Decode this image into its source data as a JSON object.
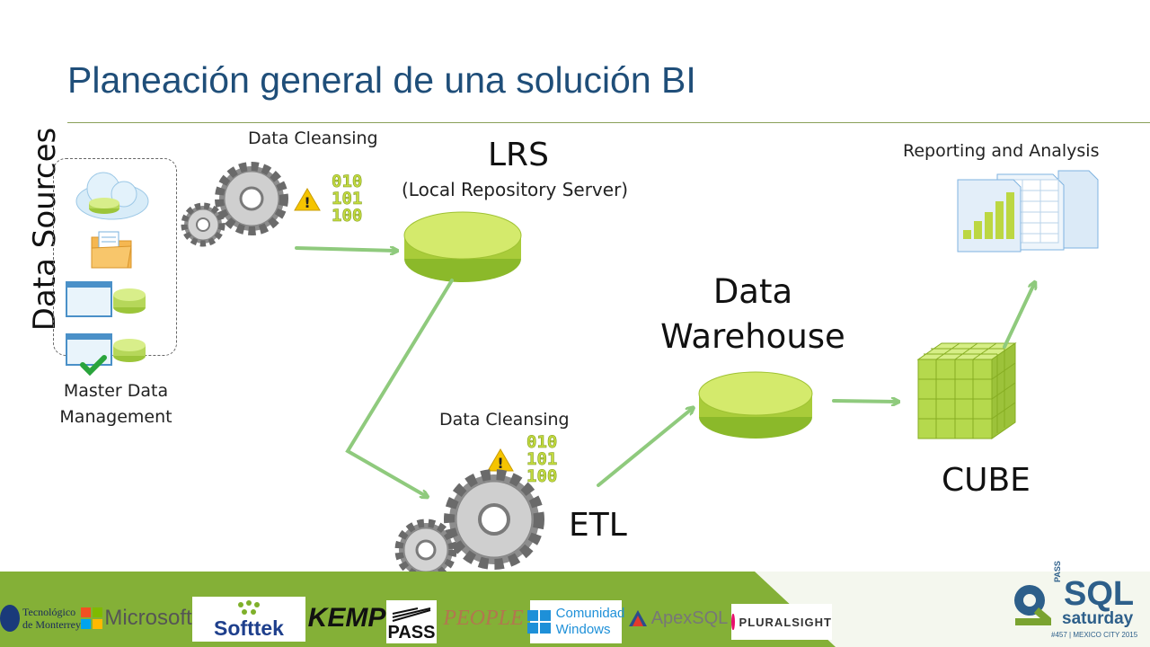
{
  "slide": {
    "title": "Planeación general de una solución BI"
  },
  "diagram": {
    "data_sources_label": "Data Sources",
    "master_data_label_line1": "Master Data",
    "master_data_label_line2": "Management",
    "data_cleansing_top": "Data Cleansing",
    "lrs_title": "LRS",
    "lrs_subtitle": "(Local Repository Server)",
    "data_cleansing_bottom": "Data Cleansing",
    "etl_label": "ETL",
    "dw_line1": "Data",
    "dw_line2": "Warehouse",
    "cube_label": "CUBE",
    "reporting_label": "Reporting and Analysis",
    "binary_text": [
      "010",
      "101",
      "100"
    ],
    "warning_glyph": "!"
  },
  "footer": {
    "sponsors": [
      "Tecnológico",
      "de Monterrey",
      "Microsoft",
      "Softtek",
      "KEMP",
      "PASS",
      "PEOPLE",
      "Comunidad",
      "Windows",
      "ApexSQL",
      "PLURALSIGHT"
    ],
    "event": {
      "pass": "PASS",
      "sql": "SQL",
      "saturday": "saturday",
      "edition": "#457 | MEXICO CITY 2015"
    }
  },
  "colors": {
    "title": "#1f4e79",
    "accent_green": "#8cc63f",
    "arrow_green": "#8fca7d",
    "footer_green": "#7aa330"
  }
}
